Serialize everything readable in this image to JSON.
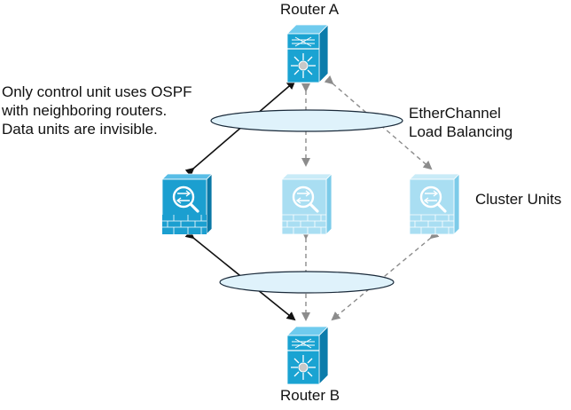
{
  "labels": {
    "router_a": "Router A",
    "router_b": "Router B",
    "ospf_note": [
      "Only control unit uses OSPF",
      "with neighboring routers.",
      "Data units are invisible."
    ],
    "etherchannel": [
      "EtherChannel",
      "Load Balancing"
    ],
    "cluster_units": "Cluster Units"
  },
  "colors": {
    "router_front": "#1aa3d2",
    "router_top": "#6fcbee",
    "router_side": "#0b7cab",
    "control_unit_front": "#1b9fd0",
    "data_unit_front": "#a9def2",
    "ellipse_fill": "#dff2fb",
    "ellipse_stroke": "#1a2a3a",
    "solid_link": "#111111",
    "dashed_link": "#8c8c8c"
  },
  "icons": [
    "router-icon",
    "firewall-icon"
  ]
}
